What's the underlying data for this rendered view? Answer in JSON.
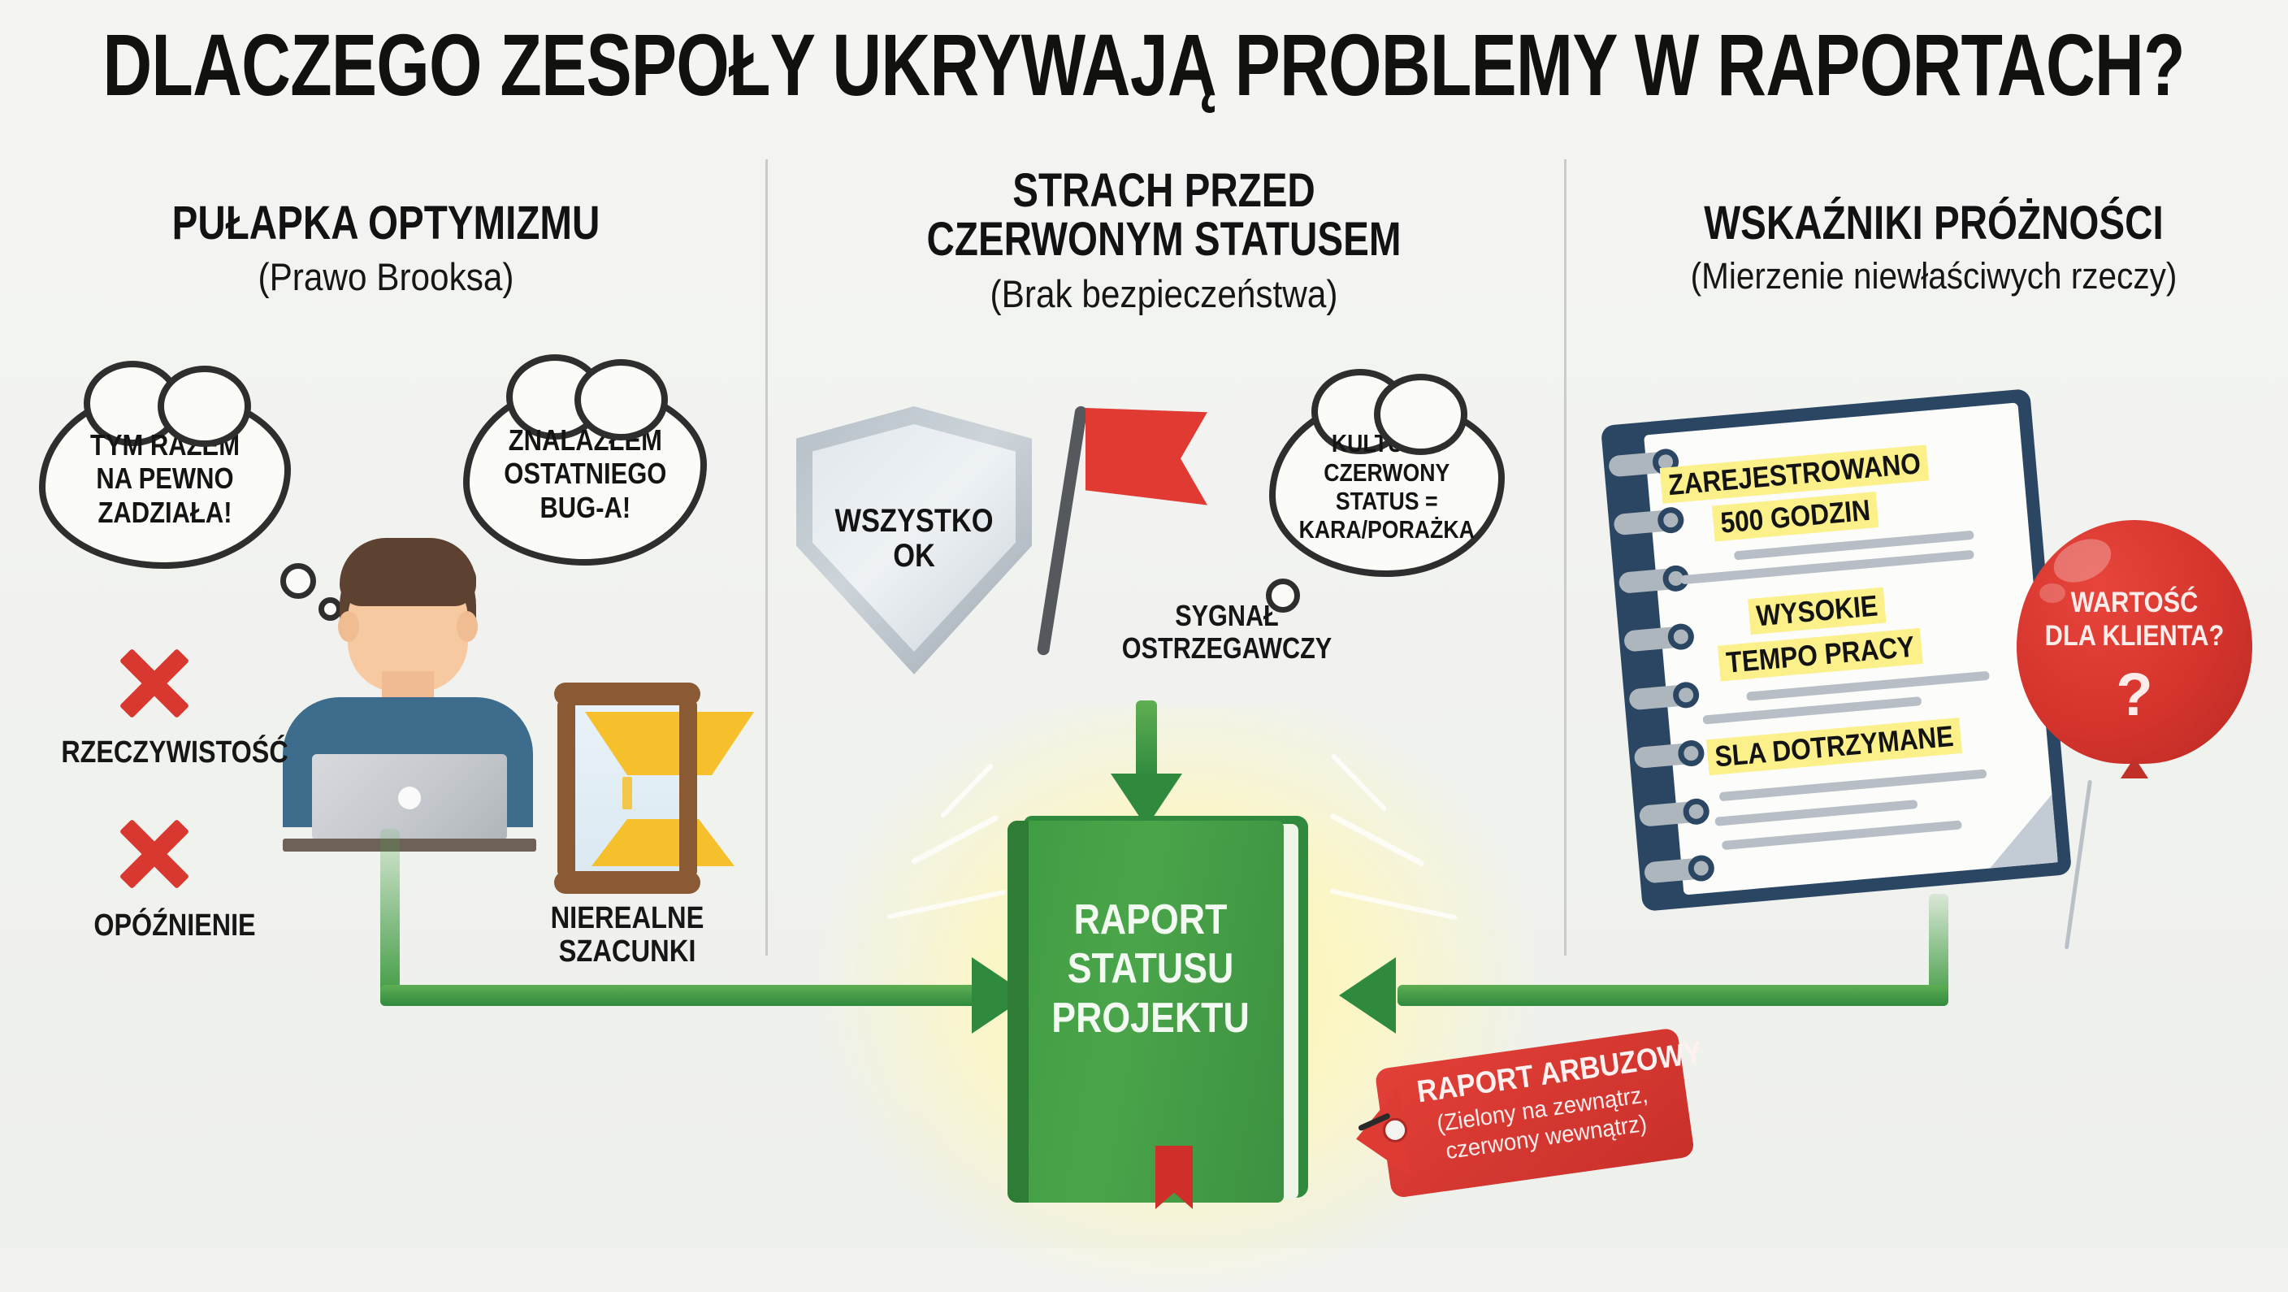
{
  "title": "DLACZEGO ZESPOŁY UKRYWAJĄ PROBLEMY W RAPORTACH?",
  "columns": [
    {
      "heading": "PUŁAPKA OPTYMIZMU",
      "subheading": "(Prawo Brooksa)",
      "bubbles": [
        {
          "lines": [
            "TYM RAZEM",
            "NA PEWNO",
            "ZADZIAŁA!"
          ]
        },
        {
          "lines": [
            "ZNALAZŁEM",
            "OSTATNIEGO",
            "BUG-A!"
          ]
        }
      ],
      "negatives": [
        {
          "icon": "red-x-icon",
          "label": "RZECZYWISTOŚĆ"
        },
        {
          "icon": "red-x-icon",
          "label": "OPÓŹNIENIE"
        }
      ],
      "hourglass": {
        "icon": "hourglass-icon",
        "label_lines": [
          "NIEREALNE",
          "SZACUNKI"
        ]
      }
    },
    {
      "heading_lines": [
        "STRACH PRZED",
        "CZERWONYM STATUSEM"
      ],
      "subheading": "(Brak bezpieczeństwa)",
      "shield": {
        "icon": "shield-icon",
        "lines": [
          "WSZYSTKO",
          "OK"
        ]
      },
      "flag": {
        "icon": "red-flag-icon",
        "label_lines": [
          "SYGNAŁ",
          "OSTRZEGAWCZY"
        ]
      },
      "bubble": {
        "lines": [
          "KULTURA:",
          "CZERWONY",
          "STATUS =",
          "KARA/PORAŻKA"
        ]
      }
    },
    {
      "heading": "WSKAŹNIKI PRÓŻNOŚCI",
      "subheading": "(Mierzenie niewłaściwych rzeczy)",
      "notepad": {
        "icon": "notepad-icon",
        "highlights": [
          {
            "lines": [
              "ZAREJESTROWANO",
              "500 GODZIN"
            ]
          },
          {
            "lines": [
              "WYSOKIE",
              "TEMPO PRACY"
            ]
          },
          {
            "lines": [
              "SLA DOTRZYMANE"
            ]
          }
        ]
      },
      "balloon": {
        "icon": "balloon-icon",
        "lines": [
          "WARTOŚĆ",
          "DLA KLIENTA?"
        ],
        "mark": "?"
      }
    }
  ],
  "center": {
    "book": {
      "icon": "report-book-icon",
      "lines": [
        "RAPORT",
        "STATUSU",
        "PROJEKTU"
      ]
    },
    "tag": {
      "icon": "price-tag-icon",
      "title": "RAPORT ARBUZOWY",
      "subtitle_lines": [
        "(Zielony na zewnątrz,",
        "czerwony wewnątrz)"
      ]
    }
  },
  "colors": {
    "background": "#f2f3f0",
    "ink": "#121212",
    "green": "#3f9b42",
    "green_dark": "#2f8a3e",
    "red": "#d8382f",
    "red_tag": "#c9302a",
    "highlight_yellow": "#fbf08a",
    "glow_yellow": "#fdf3a8",
    "navy": "#2a4662",
    "shirt_blue": "#3e6c8c",
    "hair_brown": "#5d4232",
    "skin": "#f6c9a0",
    "wood_brown": "#8a5a34",
    "sand_yellow": "#f5c02c",
    "shield_grey": "#cdd5db"
  }
}
